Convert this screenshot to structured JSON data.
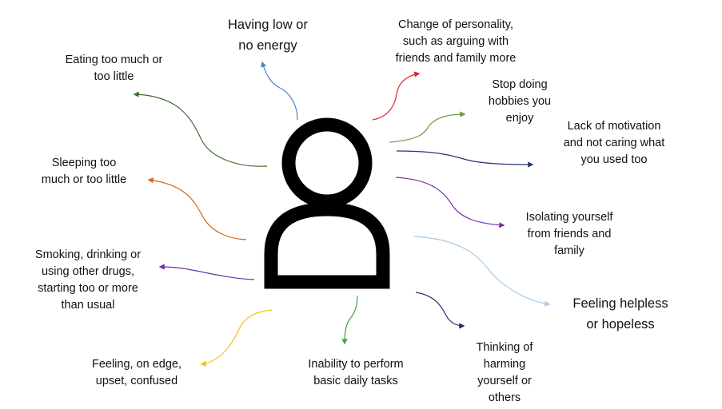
{
  "figure": {
    "icon": "person-icon"
  },
  "symptoms": [
    {
      "id": "energy",
      "text": "Having low or\nno energy",
      "color": "#4a86c8"
    },
    {
      "id": "personality",
      "text": "Change of personality,\nsuch as arguing with\nfriends and family more",
      "color": "#e8232b"
    },
    {
      "id": "hobbies",
      "text": "Stop doing\nhobbies you\nenjoy",
      "color": "#6f9b3c"
    },
    {
      "id": "motivation",
      "text": "Lack of motivation\nand not caring what\nyou used too",
      "color": "#23386f"
    },
    {
      "id": "isolating",
      "text": "Isolating yourself\nfrom friends and\nfamily",
      "color": "#7a2f9e"
    },
    {
      "id": "helpless",
      "text": "Feeling helpless\nor hopeless",
      "color": "#a9c9e9"
    },
    {
      "id": "harming",
      "text": "Thinking of\nharming\nyourself or\nothers",
      "color": "#1f2f63"
    },
    {
      "id": "tasks",
      "text": "Inability to perform\nbasic daily tasks",
      "color": "#2ea84a"
    },
    {
      "id": "edge",
      "text": "Feeling, on edge,\nupset, confused",
      "color": "#f2c313"
    },
    {
      "id": "smoking",
      "text": "Smoking, drinking or\nusing other drugs,\nstarting too or more\nthan usual",
      "color": "#6a32a8"
    },
    {
      "id": "sleeping",
      "text": "Sleeping too\nmuch or too little",
      "color": "#d2691e"
    },
    {
      "id": "eating",
      "text": "Eating too much or\ntoo little",
      "color": "#3f6b2e"
    }
  ]
}
